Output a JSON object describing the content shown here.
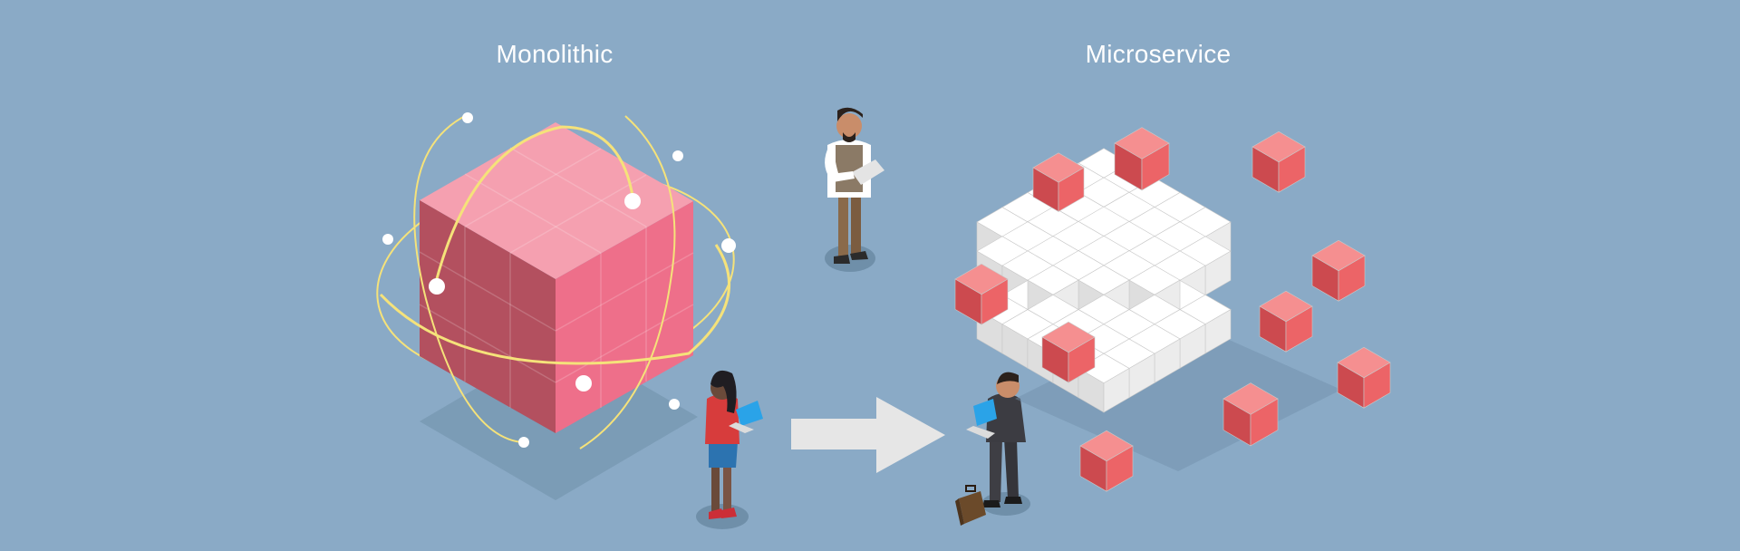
{
  "labels": {
    "monolithic": "Monolithic",
    "microservice": "Microservice"
  },
  "colors": {
    "background": "#8aaac6",
    "cube_top": "#f5a0b0",
    "cube_left": "#b3505f",
    "cube_right": "#ee6f8a",
    "orbit": "#f5e27a",
    "micro_top": "#f58f90",
    "micro_left": "#cc4a4f",
    "micro_right": "#ec6467",
    "white_top": "#ffffff",
    "white_left": "#dedede",
    "white_right": "#ececec",
    "arrow": "#e6e6e6",
    "laptop_screen": "#2aa3e8"
  },
  "icons": {
    "arrow": "right-arrow-icon",
    "people": [
      "person-woman-laptop",
      "person-man-tablet",
      "person-businessman-laptop"
    ],
    "briefcase": "briefcase-icon"
  }
}
